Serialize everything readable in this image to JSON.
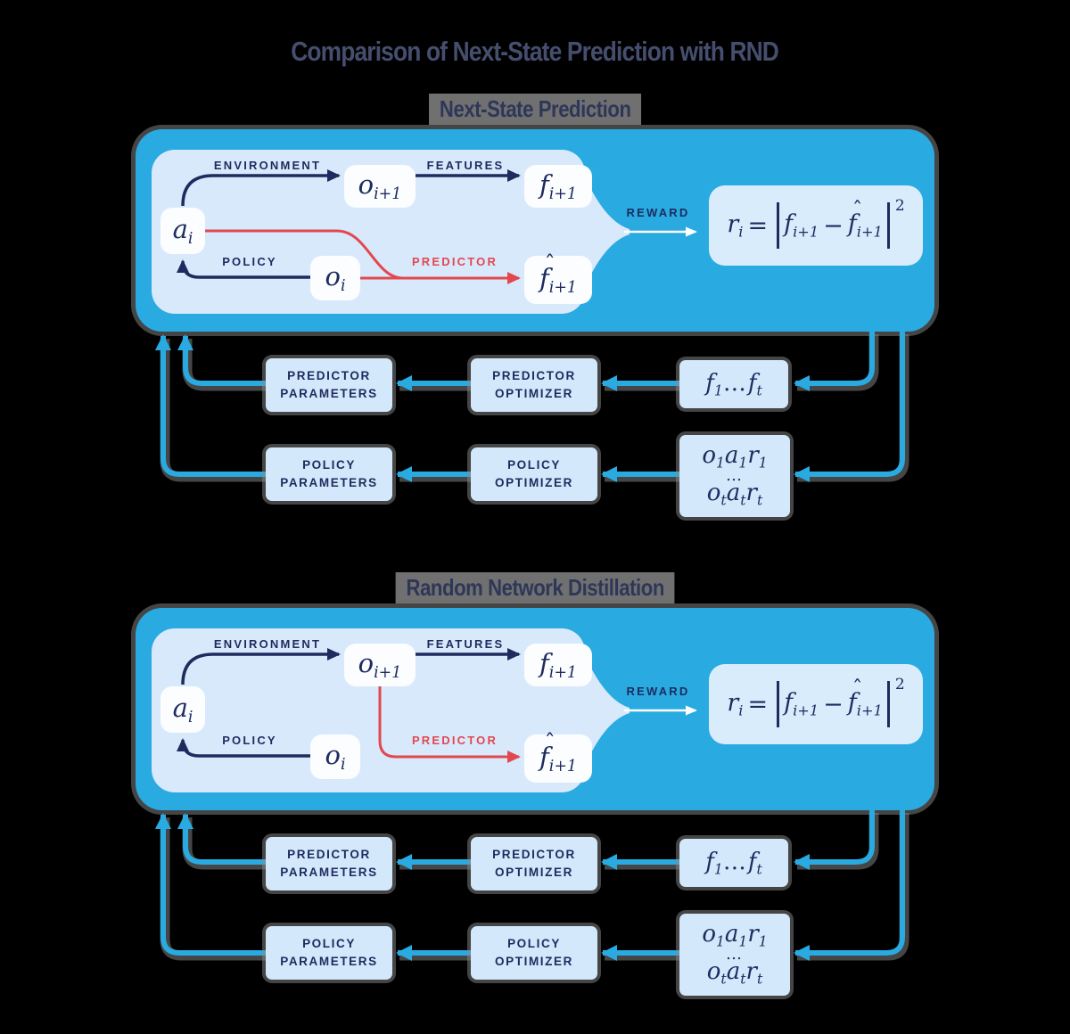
{
  "title": "Comparison of Next-State Prediction with RND",
  "diagrams": [
    {
      "subtitle": "Next-State Prediction",
      "variant": "next-state"
    },
    {
      "subtitle": "Random Network Distillation",
      "variant": "rnd"
    }
  ],
  "flow_labels": {
    "environment": "ENVIRONMENT",
    "features": "FEATURES",
    "policy": "POLICY",
    "predictor": "PREDICTOR",
    "reward": "REWARD"
  },
  "nodes": {
    "action": {
      "base": "a",
      "sub": "i"
    },
    "next_obs": {
      "base": "o",
      "sub": "i+1"
    },
    "features": {
      "base": "f",
      "sub": "i+1"
    },
    "obs": {
      "base": "o",
      "sub": "i"
    },
    "predicted_features": {
      "hat": "ˆ",
      "base": "f",
      "sub": "i+1"
    }
  },
  "reward_formula": {
    "lhs_base": "r",
    "lhs_sub": "i",
    "equals": "=",
    "term1_base": "f",
    "term1_sub": "i+1",
    "minus": "−",
    "term2_hat": "ˆ",
    "term2_base": "f",
    "term2_sub": "i+1",
    "exponent": "2"
  },
  "loop": {
    "predictor_parameters": {
      "line1": "PREDICTOR",
      "line2": "PARAMETERS"
    },
    "predictor_optimizer": {
      "line1": "PREDICTOR",
      "line2": "OPTIMIZER"
    },
    "policy_parameters": {
      "line1": "POLICY",
      "line2": "PARAMETERS"
    },
    "policy_optimizer": {
      "line1": "POLICY",
      "line2": "OPTIMIZER"
    },
    "feature_history": {
      "base1": "f",
      "sub1": "1",
      "dots": "…",
      "base2": "f",
      "sub2": "t"
    },
    "rollout": {
      "line1": {
        "o_base": "o",
        "o_sub": "1",
        "a_base": "a",
        "a_sub": "1",
        "r_base": "r",
        "r_sub": "1"
      },
      "dots": "…",
      "line2": {
        "o_base": "o",
        "o_sub": "t",
        "a_base": "a",
        "a_sub": "t",
        "r_base": "r",
        "r_sub": "t"
      }
    }
  },
  "colors": {
    "background": "#000000",
    "accent_blue": "#29abe2",
    "panel_blue": "#d9e9fc",
    "loop_box_blue": "#d3e8fb",
    "node_white": "#fbfdff",
    "navy": "#1d2b5f",
    "red": "#e2484e",
    "title_text": "#454e6e"
  }
}
